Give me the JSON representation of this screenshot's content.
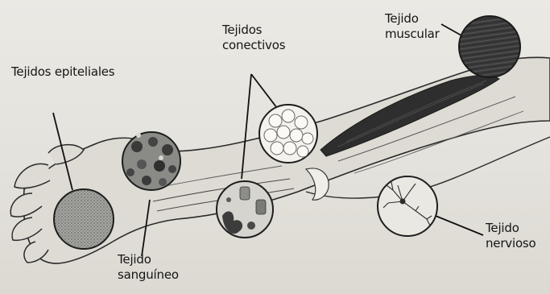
{
  "labels": {
    "epitelial": "Tejidos epiteliales",
    "conectivo_line1": "Tejidos",
    "conectivo_line2": "conectivos",
    "muscular_line1": "Tejido",
    "muscular_line2": "muscular",
    "sanguineo_line1": "Tejido",
    "sanguineo_line2": "sanguíneo",
    "nervioso_line1": "Tejido",
    "nervioso_line2": "nervioso"
  },
  "colors": {
    "ink": "#151515",
    "arm_outline": "#2a2a2a",
    "arm_fill": "#dedbd4",
    "muscle": "#2e2e2e",
    "epithelial_fill": "#9a9a96",
    "blood_fill": "#5e5e5e",
    "connective_fill": "#f4f2ec",
    "muscle_circle_fill": "#3a3a3a",
    "nerve_circle_fill": "#eae8e2"
  }
}
